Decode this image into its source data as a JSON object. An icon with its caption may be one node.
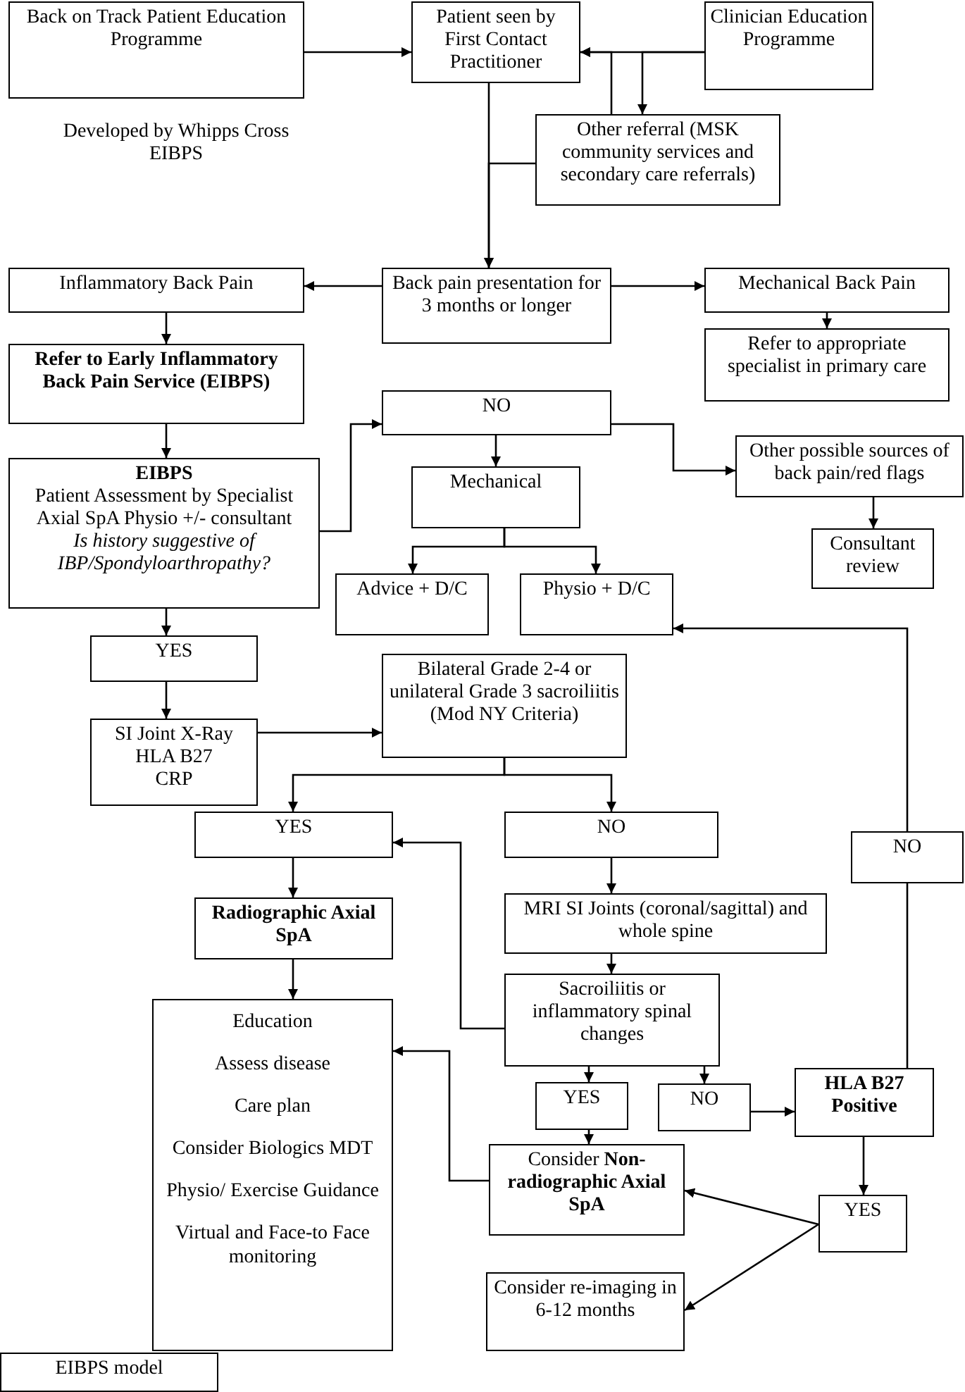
{
  "diagram": {
    "nodes": [
      {
        "text": [
          "Back on Track Patient Education Programme"
        ]
      },
      {
        "text": [
          "Patient seen by First Contact Practitioner"
        ]
      },
      {
        "text": [
          "Clinician Education Programme"
        ]
      },
      {
        "text": [
          "Other referral (MSK community services and secondary care referrals)"
        ]
      },
      {
        "text": [
          "Back pain presentation for 3 months or longer"
        ]
      },
      {
        "text": [
          "Inflammatory Back Pain"
        ]
      },
      {
        "text": [
          "Mechanical Back Pain"
        ]
      },
      {
        "text": [
          "Refer to appropriate specialist in primary care"
        ]
      },
      {
        "text": [
          "Refer to Early Inflammatory Back Pain Service (EIBPS)"
        ]
      },
      {
        "text": [
          "NO"
        ]
      },
      {
        "text": [
          "EIBPS",
          "Patient Assessment by Specialist Axial SpA Physio +/- consultant",
          "Is history suggestive of IBP/Spondyloarthropathy?"
        ]
      },
      {
        "text": [
          "Mechanical"
        ]
      },
      {
        "text": [
          "Other possible sources of back pain/red flags"
        ]
      },
      {
        "text": [
          "Consultant review"
        ]
      },
      {
        "text": [
          "Advice + D/C"
        ]
      },
      {
        "text": [
          "Physio + D/C"
        ]
      },
      {
        "text": [
          "YES"
        ]
      },
      {
        "text": [
          "Bilateral Grade 2-4 or unilateral Grade 3 sacroiliitis (Mod NY Criteria)"
        ]
      },
      {
        "text": [
          "SI Joint X-Ray",
          "HLA B27",
          "CRP"
        ]
      },
      {
        "text": [
          "YES"
        ]
      },
      {
        "text": [
          "NO"
        ]
      },
      {
        "text": [
          "NO"
        ]
      },
      {
        "text": [
          "Radiographic Axial SpA"
        ]
      },
      {
        "text": [
          "MRI SI Joints (coronal/sagittal) and whole spine"
        ]
      },
      {
        "text": [
          "Education",
          "Assess disease",
          "Care plan",
          "Consider Biologics MDT",
          "Physio/ Exercise Guidance",
          "Virtual and Face-to Face monitoring"
        ]
      },
      {
        "text": [
          "Sacroiliitis or inflammatory spinal changes"
        ]
      },
      {
        "text": [
          "YES"
        ]
      },
      {
        "text": [
          "NO"
        ]
      },
      {
        "text": [
          "HLA B27 Positive"
        ]
      },
      {
        "text": [
          "Consider **Non-radiographic Axial SpA**"
        ]
      },
      {
        "text": [
          "YES"
        ]
      },
      {
        "text": [
          "Consider re-imaging in 6-12 months"
        ]
      },
      {
        "text": [
          "EIBPS model"
        ]
      }
    ],
    "edges": [
      {
        "from": 0,
        "to": 1,
        "arrow": "to"
      },
      {
        "from": 2,
        "to": 1,
        "arrow": "to"
      },
      {
        "from": 2,
        "to": 3,
        "arrow": "to"
      },
      {
        "from": 3,
        "to": 1,
        "arrow": "to"
      },
      {
        "from": 1,
        "to": 4,
        "arrow": "to"
      },
      {
        "from": 3,
        "to": 4,
        "arrow": "to"
      },
      {
        "from": 4,
        "to": 5,
        "arrow": "to"
      },
      {
        "from": 4,
        "to": 6,
        "arrow": "to"
      },
      {
        "from": 6,
        "to": 7,
        "arrow": "to"
      },
      {
        "from": 5,
        "to": 8,
        "arrow": "to"
      },
      {
        "from": 8,
        "to": 10,
        "arrow": "to"
      },
      {
        "from": 10,
        "to": 9,
        "arrow": "to"
      },
      {
        "from": 9,
        "to": 11,
        "arrow": "to"
      },
      {
        "from": 9,
        "to": 12,
        "arrow": "to"
      },
      {
        "from": 12,
        "to": 13,
        "arrow": "to"
      },
      {
        "from": 11,
        "to": 14,
        "arrow": "to"
      },
      {
        "from": 11,
        "to": 15,
        "arrow": "to"
      },
      {
        "from": 10,
        "to": 16,
        "arrow": "to"
      },
      {
        "from": 16,
        "to": 18,
        "arrow": "to"
      },
      {
        "from": 18,
        "to": 17,
        "arrow": "to"
      },
      {
        "from": 17,
        "to": 19,
        "arrow": "to"
      },
      {
        "from": 17,
        "to": 20,
        "arrow": "to"
      },
      {
        "from": 20,
        "to": 23,
        "arrow": "to"
      },
      {
        "from": 23,
        "to": 25,
        "arrow": "to"
      },
      {
        "from": 25,
        "to": 19,
        "arrow": "to"
      },
      {
        "from": 25,
        "to": 26,
        "arrow": "to"
      },
      {
        "from": 25,
        "to": 27,
        "arrow": "to"
      },
      {
        "from": 19,
        "to": 22,
        "arrow": "to"
      },
      {
        "from": 22,
        "to": 24,
        "arrow": "to"
      },
      {
        "from": 26,
        "to": 29,
        "arrow": "to"
      },
      {
        "from": 27,
        "to": 28,
        "arrow": "to"
      },
      {
        "from": 28,
        "to": 30,
        "arrow": "to"
      },
      {
        "from": 30,
        "to": 29,
        "arrow": "to"
      },
      {
        "from": 30,
        "to": 31,
        "arrow": "to"
      },
      {
        "from": 29,
        "to": 24,
        "arrow": "to"
      },
      {
        "from": 28,
        "to": 21,
        "arrow": "none"
      },
      {
        "from": 21,
        "to": 15,
        "arrow": "to"
      }
    ],
    "labels": [
      "Developed by Whipps Cross EIBPS"
    ]
  }
}
